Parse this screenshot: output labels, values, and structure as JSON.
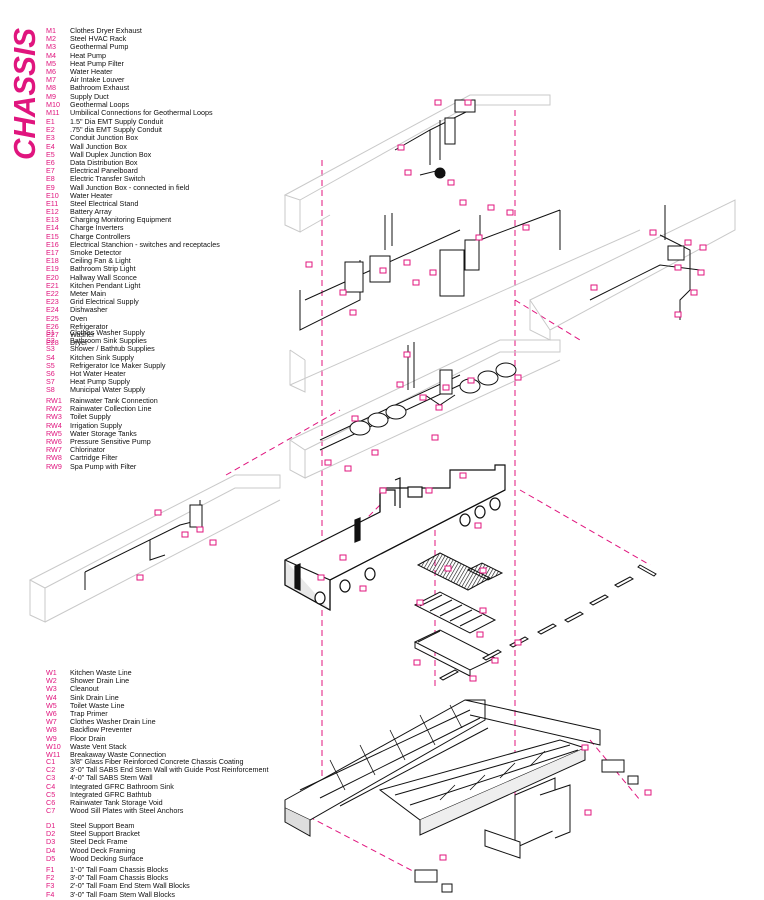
{
  "title": "CHASSIS",
  "colors": {
    "accent": "#e0157e",
    "line": "#111111",
    "outline": "#c9c9c9"
  },
  "legend_groups": [
    {
      "id": "mechanical",
      "items": [
        {
          "code": "M1",
          "label": "Clothes Dryer Exhaust"
        },
        {
          "code": "M2",
          "label": "Steel HVAC Rack"
        },
        {
          "code": "M3",
          "label": "Geothermal Pump"
        },
        {
          "code": "M4",
          "label": "Heat Pump"
        },
        {
          "code": "M5",
          "label": "Heat Pump Filter"
        },
        {
          "code": "M6",
          "label": "Water Heater"
        },
        {
          "code": "M7",
          "label": "Air Intake Louver"
        },
        {
          "code": "M8",
          "label": "Bathroom Exhaust"
        },
        {
          "code": "M9",
          "label": "Supply Duct"
        },
        {
          "code": "M10",
          "label": "Geothermal Loops"
        },
        {
          "code": "M11",
          "label": "Umbilical Connections for Geothermal Loops"
        }
      ]
    },
    {
      "id": "electrical",
      "items": [
        {
          "code": "E1",
          "label": "1.5\" Dia EMT Supply Conduit"
        },
        {
          "code": "E2",
          "label": ".75\" dia EMT Supply Conduit"
        },
        {
          "code": "E3",
          "label": "Conduit Junction Box"
        },
        {
          "code": "E4",
          "label": "Wall Junction Box"
        },
        {
          "code": "E5",
          "label": "Wall Duplex Junction Box"
        },
        {
          "code": "E6",
          "label": "Data Distribution Box"
        },
        {
          "code": "E7",
          "label": "Electrical Panelboard"
        },
        {
          "code": "E8",
          "label": "Electric Transfer Switch"
        },
        {
          "code": "E9",
          "label": "Wall Junction Box - connected in field"
        },
        {
          "code": "E10",
          "label": "Water Heater"
        },
        {
          "code": "E11",
          "label": "Steel Electrical Stand"
        },
        {
          "code": "E12",
          "label": "Battery Array"
        },
        {
          "code": "E13",
          "label": "Charging Monitoring Equipment"
        },
        {
          "code": "E14",
          "label": "Charge Inverters"
        },
        {
          "code": "E15",
          "label": "Charge Controllers"
        },
        {
          "code": "E16",
          "label": "Electrical Stanchion - switches and receptacles"
        },
        {
          "code": "E17",
          "label": "Smoke Detector"
        },
        {
          "code": "E18",
          "label": "Ceiling Fan & Light"
        },
        {
          "code": "E19",
          "label": "Bathroom Strip Light"
        },
        {
          "code": "E20",
          "label": "Hallway Wall Sconce"
        },
        {
          "code": "E21",
          "label": "Kitchen Pendant Light"
        },
        {
          "code": "E22",
          "label": "Meter Main"
        },
        {
          "code": "E23",
          "label": "Grid Electrical Supply"
        },
        {
          "code": "E24",
          "label": "Dishwasher"
        },
        {
          "code": "E25",
          "label": "Oven"
        },
        {
          "code": "E26",
          "label": "Refrigerator"
        },
        {
          "code": "E27",
          "label": "Washer"
        },
        {
          "code": "E28",
          "label": "Dryer"
        }
      ]
    },
    {
      "id": "supply",
      "items": [
        {
          "code": "S1",
          "label": "Clothes Washer Supply"
        },
        {
          "code": "S2",
          "label": "Bathroom Sink Supplies"
        },
        {
          "code": "S3",
          "label": "Shower / Bathtub Supplies"
        },
        {
          "code": "S4",
          "label": "Kitchen Sink Supply"
        },
        {
          "code": "S5",
          "label": "Refrigerator Ice Maker Supply"
        },
        {
          "code": "S6",
          "label": "Hot Water Heater"
        },
        {
          "code": "S7",
          "label": "Heat Pump Supply"
        },
        {
          "code": "S8",
          "label": "Municipal Water Supply"
        }
      ]
    },
    {
      "id": "rainwater",
      "items": [
        {
          "code": "RW1",
          "label": "Rainwater Tank Connection"
        },
        {
          "code": "RW2",
          "label": "Rainwater Collection Line"
        },
        {
          "code": "RW3",
          "label": "Toilet Supply"
        },
        {
          "code": "RW4",
          "label": "Irrigation Supply"
        },
        {
          "code": "RW5",
          "label": "Water Storage Tanks"
        },
        {
          "code": "RW6",
          "label": "Pressure Sensitive Pump"
        },
        {
          "code": "RW7",
          "label": "Chlorinator"
        },
        {
          "code": "RW8",
          "label": "Cartridge Filter"
        },
        {
          "code": "RW9",
          "label": "Spa Pump with Filter"
        }
      ]
    },
    {
      "id": "waste",
      "items": [
        {
          "code": "W1",
          "label": "Kitchen Waste Line"
        },
        {
          "code": "W2",
          "label": "Shower Drain Line"
        },
        {
          "code": "W3",
          "label": "Cleanout"
        },
        {
          "code": "W4",
          "label": "Sink Drain Line"
        },
        {
          "code": "W5",
          "label": "Toilet Waste Line"
        },
        {
          "code": "W6",
          "label": "Trap Primer"
        },
        {
          "code": "W7",
          "label": "Clothes Washer Drain Line"
        },
        {
          "code": "W8",
          "label": "Backflow Preventer"
        },
        {
          "code": "W9",
          "label": "Floor Drain"
        },
        {
          "code": "W10",
          "label": "Waste Vent Stack"
        },
        {
          "code": "W11",
          "label": "Breakaway Waste Connection"
        }
      ]
    },
    {
      "id": "concrete",
      "items": [
        {
          "code": "C1",
          "label": "3/8\" Glass Fiber Reinforced Concrete Chassis Coating"
        },
        {
          "code": "C2",
          "label": "3'-0\" Tall SABS End Stem Wall with Guide Post Reinforcement"
        },
        {
          "code": "C3",
          "label": "4'-0\" Tall SABS Stem Wall"
        },
        {
          "code": "C4",
          "label": "Integrated GFRC Bathroom Sink"
        },
        {
          "code": "C5",
          "label": "Integrated GFRC Bathtub"
        },
        {
          "code": "C6",
          "label": "Rainwater Tank Storage Void"
        },
        {
          "code": "C7",
          "label": "Wood Sill Plates with Steel Anchors"
        }
      ]
    },
    {
      "id": "deck",
      "items": [
        {
          "code": "D1",
          "label": "Steel Support Beam"
        },
        {
          "code": "D2",
          "label": "Steel Support Bracket"
        },
        {
          "code": "D3",
          "label": "Steel Deck Frame"
        },
        {
          "code": "D4",
          "label": "Wood Deck Framing"
        },
        {
          "code": "D5",
          "label": "Wood Decking Surface"
        }
      ]
    },
    {
      "id": "foam",
      "items": [
        {
          "code": "F1",
          "label": "1'-0\" Tall Foam Chassis Blocks"
        },
        {
          "code": "F2",
          "label": "3'-0\" Tall Foam Chassis Blocks"
        },
        {
          "code": "F3",
          "label": "2'-0\" Tall Foam End Stem Wall Blocks"
        },
        {
          "code": "F4",
          "label": "3'-0\" Tall Foam Stem Wall Blocks"
        }
      ]
    }
  ]
}
